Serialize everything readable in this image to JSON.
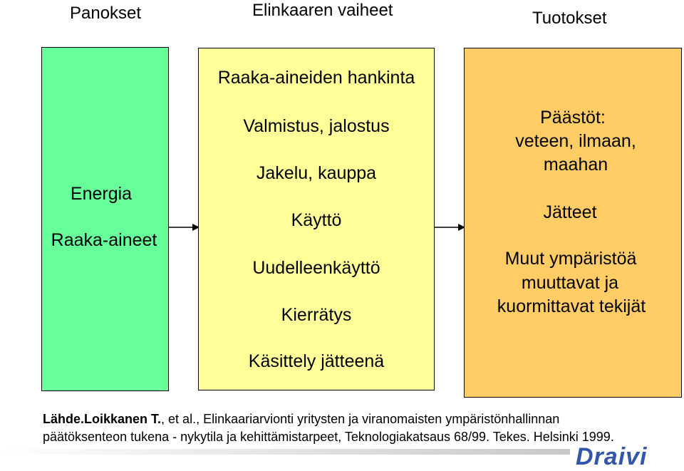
{
  "headings": {
    "inputs": "Panokset",
    "stages": "Elinkaaren vaiheet",
    "outputs": "Tuotokset"
  },
  "inputs": [
    "Energia",
    "Raaka-aineet"
  ],
  "stages": [
    "Raaka-aineiden hankinta",
    "Valmistus, jalostus",
    "Jakelu, kauppa",
    "Käyttö",
    "Uudelleenkäyttö",
    "Kierrätys",
    "Käsittely jätteenä"
  ],
  "outputs": [
    "Päästöt:",
    "veteen, ilmaan,",
    "maahan",
    "Jätteet",
    "Muut ympäristöä",
    "muuttavat ja",
    "kuormittavat tekijät"
  ],
  "source": {
    "author": "Lähde.Loikkanen T.",
    "rest": ", et al., Elinkaariarvionti yritysten ja viranomaisten ympäristönhallinnan",
    "line2": "päätöksenteon tukena - nykytila ja kehittämistarpeet, Teknologiakatsaus 68/99. Tekes. Helsinki 1999."
  },
  "logo": "Draivi",
  "colors": {
    "inputs_box": "#66ff99",
    "stages_box": "#ffff99",
    "outputs_box": "#ffcc66",
    "logo": "#3355aa"
  }
}
